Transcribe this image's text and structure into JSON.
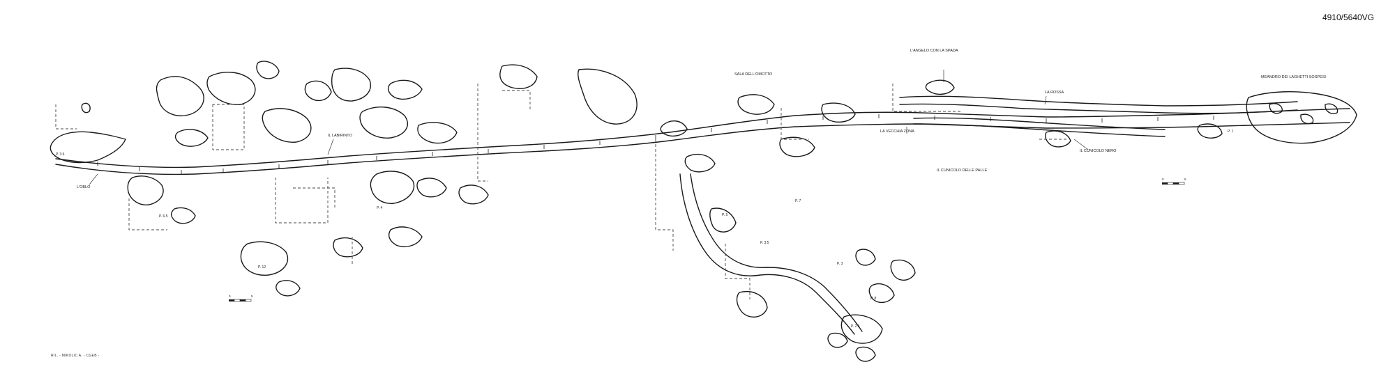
{
  "map": {
    "code": "4910/5640VG",
    "credit": "RIL. - MIKOLIC A. - CGEB -",
    "place_labels": {
      "loblo": "L'OBLO",
      "labirinto": "IL LABIRINTO",
      "sala_omotto": "SALA DELL'OMOTTO",
      "angelo_spada": "L'ANGELO CON LA SPADA",
      "vecchia_zona": "LA VECCHIA ZONA",
      "rossa": "LA ROSSA",
      "cunicolo_nero": "IL CUNICOLO NERO",
      "cunicolo_palle": "IL CUNICOLO DELLE PALLE",
      "meandro": "MEANDRO DEI LAGHETTI SOSPESI"
    },
    "station_labels": [
      "P. 3.6",
      "P. 6.5",
      "P. 7",
      "P. 5",
      "P. 8",
      "P. 3.5",
      "P. 3",
      "P. 2.5",
      "P. 1",
      "P. 12",
      "P. 4"
    ],
    "scale_bars": {
      "left_ticks": [
        "0",
        "5"
      ],
      "right_ticks": [
        "0",
        "5"
      ]
    },
    "colors": {
      "ink": "#1a1a1a",
      "dash": "#444444",
      "paper": "#ffffff"
    }
  }
}
